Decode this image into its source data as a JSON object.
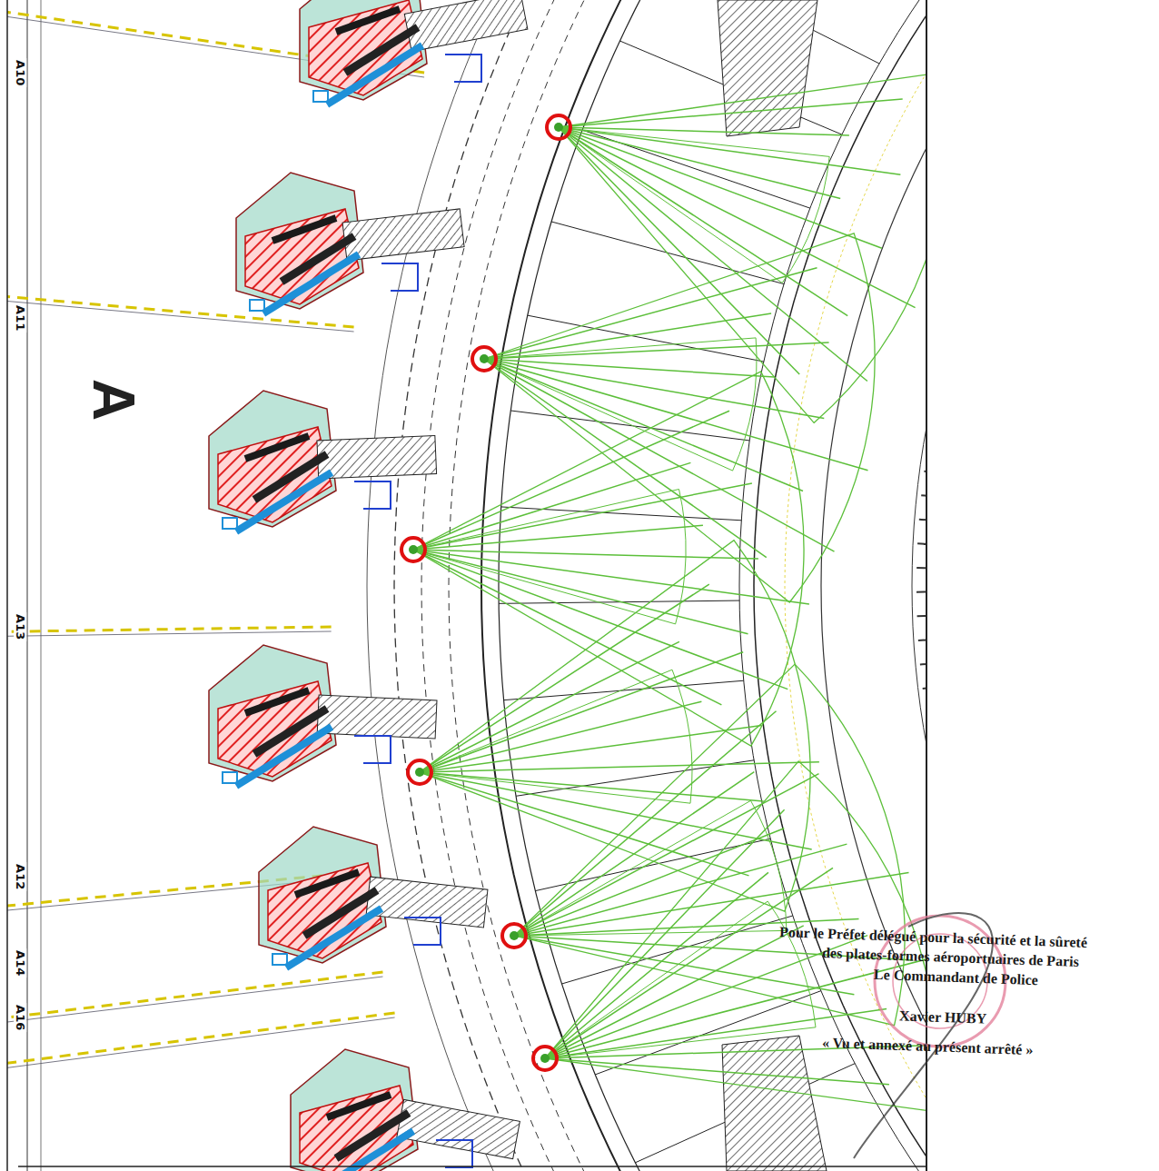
{
  "diagram": {
    "labels": [
      "A10",
      "A11",
      "A",
      "A13",
      "A12",
      "A14",
      "A16",
      "Pour le Préfet délégué pour la sécurité et la sûreté",
      "des plates-formes aéroportuaires de Paris",
      "Le Commandant de Police",
      "Xavier HUBY",
      "« Vu et annexé au présent arrêté »"
    ]
  }
}
